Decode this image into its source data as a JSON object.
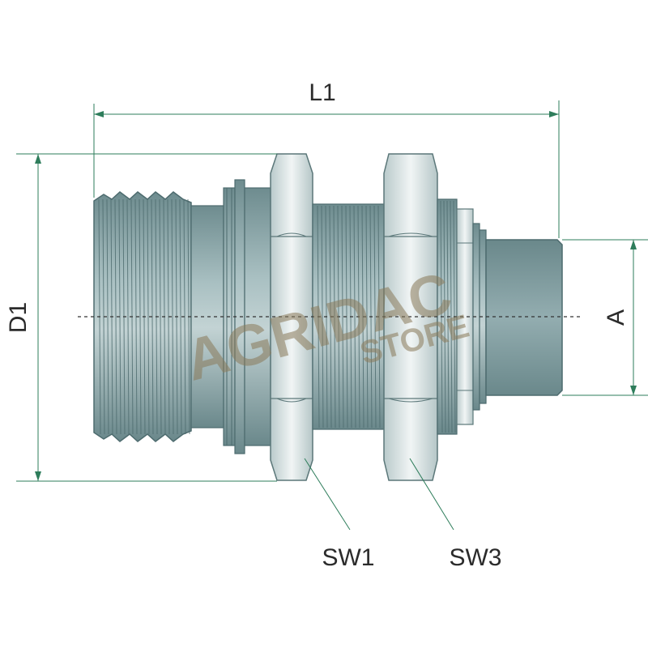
{
  "labels": {
    "length_total": "L1",
    "outer_diameter": "D1",
    "port_size": "A",
    "wrench_size_1": "SW1",
    "wrench_size_3": "SW3"
  },
  "watermark": {
    "brand": "AGRIDAC",
    "sub": "STORE"
  },
  "colors": {
    "line": "#2e7d5b",
    "body": "#86a3a6",
    "body_dark": "#5e7d80",
    "body_light": "#c9d7d8",
    "hex_nut": "#d4e0e0",
    "hex_nut_light": "#eef3f3",
    "watermark": "#8a7a5a"
  }
}
